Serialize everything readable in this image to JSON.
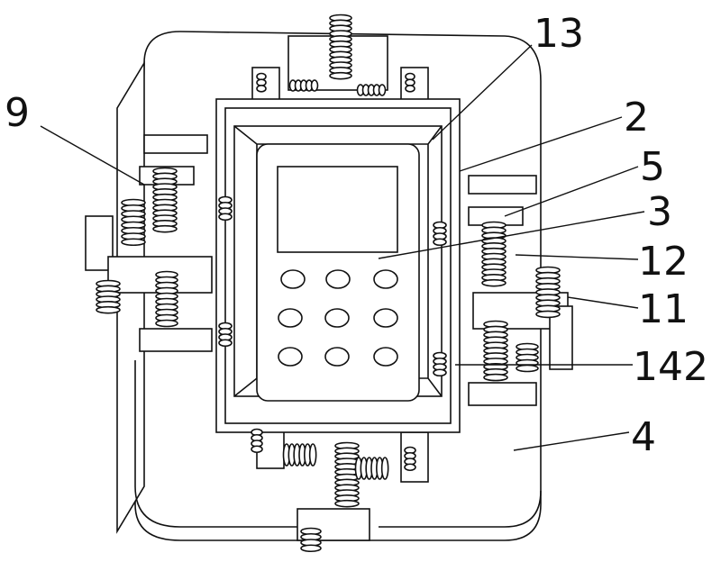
{
  "figure": {
    "labels": [
      {
        "id": "label-13",
        "text": "13"
      },
      {
        "id": "label-2",
        "text": "2"
      },
      {
        "id": "label-5",
        "text": "5"
      },
      {
        "id": "label-3",
        "text": "3"
      },
      {
        "id": "label-12",
        "text": "12"
      },
      {
        "id": "label-11",
        "text": "11"
      },
      {
        "id": "label-142",
        "text": "142"
      },
      {
        "id": "label-4",
        "text": "4"
      },
      {
        "id": "label-9",
        "text": "9"
      }
    ]
  }
}
